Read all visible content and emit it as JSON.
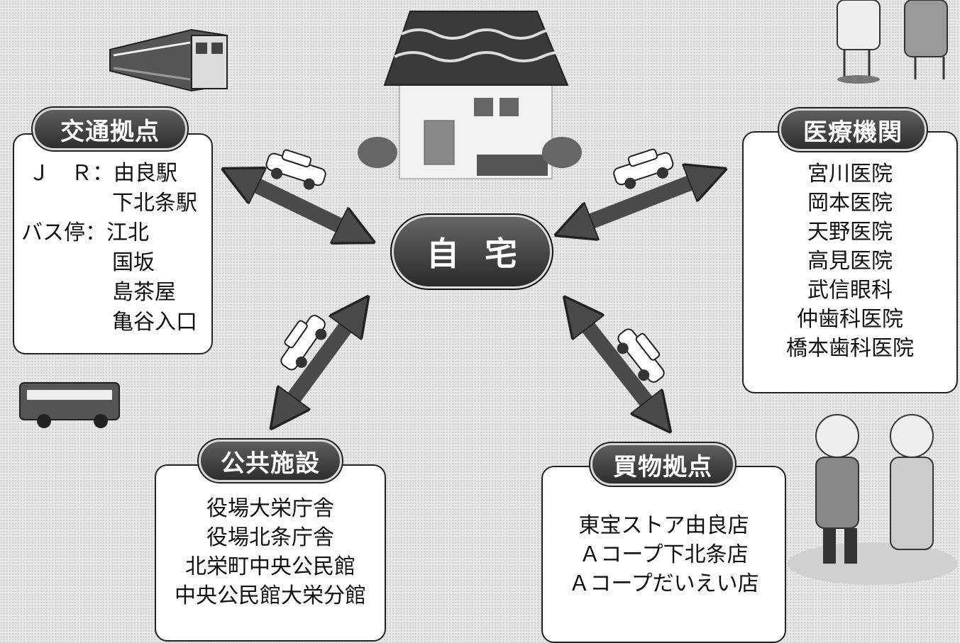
{
  "center": {
    "char1": "自",
    "char2": "宅"
  },
  "transport": {
    "title": "交通拠点",
    "jr_label": "Ｊ　Ｒ：",
    "jr_stations": [
      "由良駅",
      "下北条駅"
    ],
    "bus_label": "バス停：",
    "bus_stops": [
      "江北",
      "国坂",
      "島茶屋",
      "亀谷入口"
    ]
  },
  "medical": {
    "title": "医療機関",
    "items": [
      "宮川医院",
      "岡本医院",
      "天野医院",
      "高見医院",
      "武信眼科",
      "仲歯科医院",
      "橋本歯科医院"
    ]
  },
  "public": {
    "title": "公共施設",
    "items": [
      "役場大栄庁舎",
      "役場北条庁舎",
      "北栄町中央公民館",
      "中央公民館大栄分館"
    ]
  },
  "shopping": {
    "title": "買物拠点",
    "items": [
      "東宝ストア由良店",
      "Ａコープ下北条店",
      "Ａコープだいえい店"
    ]
  },
  "colors": {
    "arrow": "#4a4a4a",
    "pill": "#3c3c3c",
    "roof": "#3a3a3a"
  }
}
